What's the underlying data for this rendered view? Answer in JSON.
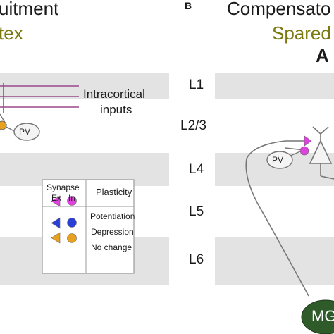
{
  "left_panel": {
    "title_fragment": "uitment",
    "subtitle_fragment": "tex",
    "input_label_line1": "Intracortical",
    "input_label_line2": "inputs",
    "pv_label": "PV"
  },
  "legend": {
    "synapse_header": "Synapse",
    "ex_header": "Ex",
    "in_header": "In",
    "plasticity_header": "Plasticity",
    "rows": [
      "Potentiation",
      "Depression",
      "No change"
    ]
  },
  "right_panel": {
    "panel_letter": "B",
    "title_fragment": "Compensato",
    "subtitle_fragment": "Spared",
    "letter_fragment": "A",
    "layers": [
      "L1",
      "L2/3",
      "L4",
      "L5",
      "L6"
    ],
    "pv_label": "PV",
    "mg_label": "MG"
  },
  "colors": {
    "band_gray": "#e3e3e3",
    "subtitle_olive": "#7a7a10",
    "potentiation_magenta": "#dd44dd",
    "depression_blue": "#2a3fd6",
    "nochange_orange": "#e8a020",
    "input_purple": "#9a4a8a",
    "mg_green": "#2f5a2a"
  }
}
